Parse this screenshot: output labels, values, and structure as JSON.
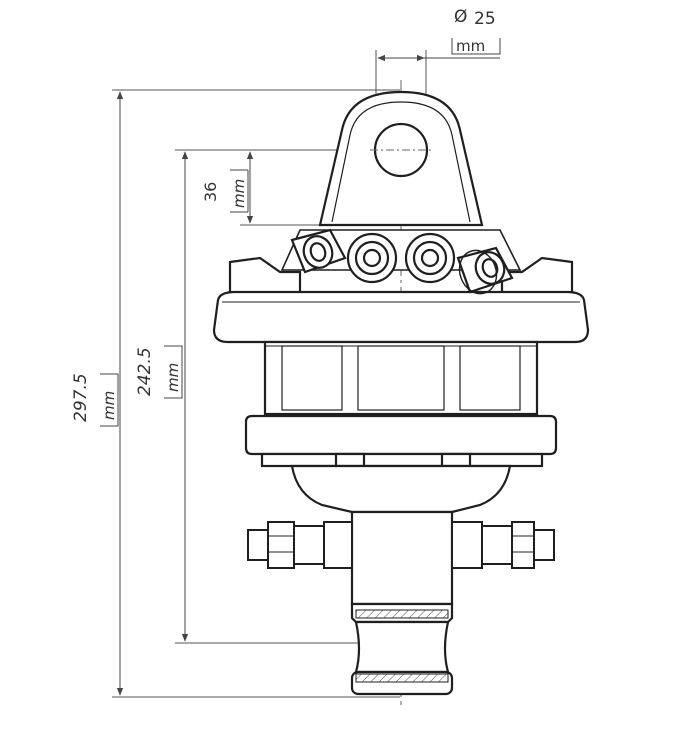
{
  "dimensions": {
    "bore": {
      "symbol": "Ø",
      "value": "25",
      "unit": "mm"
    },
    "lug_height": {
      "value": "36",
      "unit": "mm"
    },
    "bore_to_bottom": {
      "value": "242.5",
      "unit": "mm"
    },
    "overall_height": {
      "value": "297.5",
      "unit": "mm"
    }
  },
  "colors": {
    "line": "#1f1f1f",
    "dim": "#444444",
    "fill": "#ffffff",
    "text": "#333333"
  }
}
